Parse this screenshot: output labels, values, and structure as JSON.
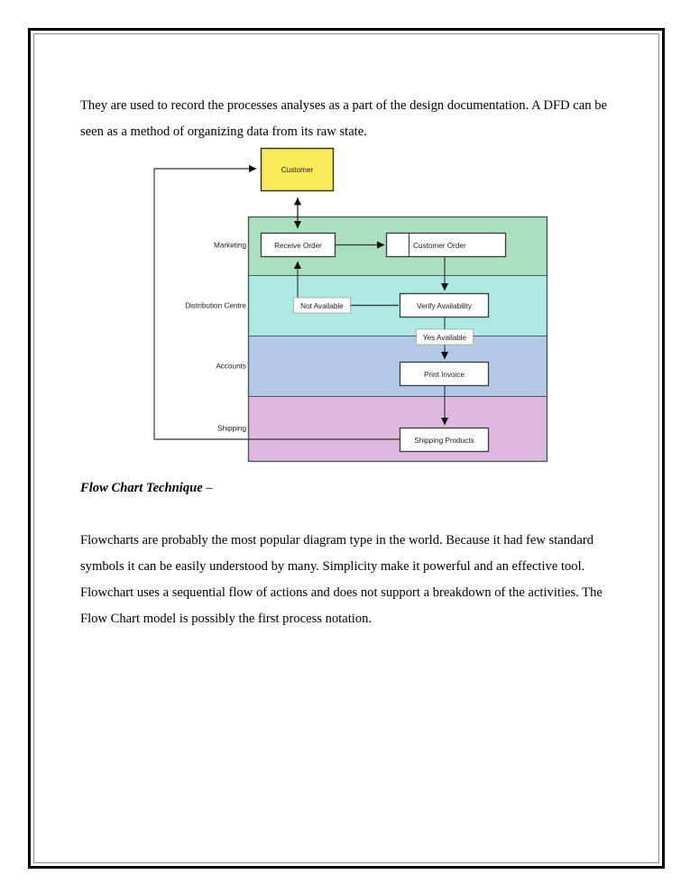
{
  "document": {
    "intro_paragraph": "They are used to record the processes analyses as a part of the design documentation. A DFD can be seen as a method of organizing data from its raw state.",
    "section_heading": "Flow Chart Technique",
    "section_heading_dash": " –",
    "flowchart_paragraph": "Flowcharts are probably the most popular diagram type in the world. Because it had few standard symbols it can be easily understood by many. Simplicity make it powerful and an effective tool. Flowchart uses a sequential flow of actions and does not support a breakdown of the activities. The Flow Chart model is possibly the first process notation."
  },
  "diagram": {
    "type": "swimlane-data-flow-diagram",
    "external_entity": {
      "label": "Customer",
      "fill": "#faea5a",
      "stroke": "#2f2f2f"
    },
    "lanes": [
      {
        "label": "Marketing",
        "fill": "#aadfbf",
        "stroke": "#2f4f4f"
      },
      {
        "label": "Distribution Centre",
        "fill": "#aee9e5",
        "stroke": "#2f4f4f"
      },
      {
        "label": "Accounts",
        "fill": "#b4c9e8",
        "stroke": "#2f4f4f"
      },
      {
        "label": "Shipping",
        "fill": "#dfb8e0",
        "stroke": "#2f4f4f"
      }
    ],
    "nodes": [
      {
        "label": "Receive Order",
        "lane": "Marketing",
        "shape": "process"
      },
      {
        "label": "Customer Order",
        "lane": "Marketing",
        "shape": "data-store"
      },
      {
        "label": "Verify Availability",
        "lane": "Distribution Centre",
        "shape": "process"
      },
      {
        "label": "Print Invoice",
        "lane": "Accounts",
        "shape": "process"
      },
      {
        "label": "Shipping Products",
        "lane": "Shipping",
        "shape": "process"
      }
    ],
    "edge_labels": [
      {
        "label": "Not Available"
      },
      {
        "label": "Yes Available"
      }
    ]
  }
}
